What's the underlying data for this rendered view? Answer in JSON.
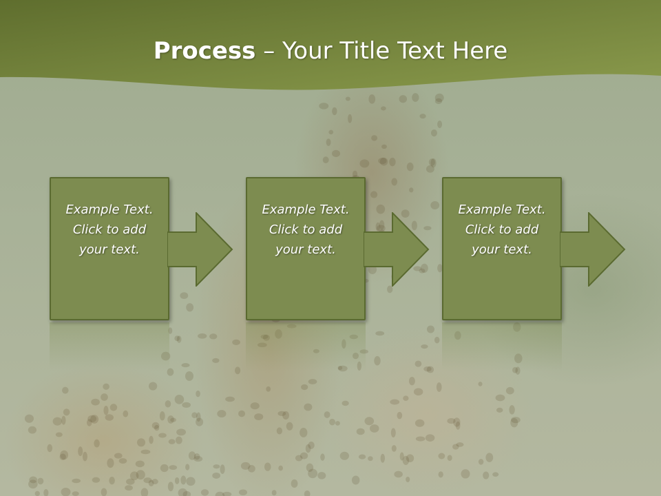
{
  "slide": {
    "title_bold": "Process",
    "title_rest": " – Your Title Text Here"
  },
  "steps": [
    {
      "line1": "Example Text.",
      "line2": "Click  to add",
      "line3": "your text."
    },
    {
      "line1": "Example Text.",
      "line2": "Click  to add",
      "line3": "your text."
    },
    {
      "line1": "Example Text.",
      "line2": "Click  to add",
      "line3": "your text."
    }
  ],
  "colors": {
    "header": "#6e7d3c",
    "box_fill": "#7d8c50",
    "box_border": "#5a6a30",
    "arrow_fill": "#7d8c50"
  },
  "icons": [
    "right-arrow-icon"
  ]
}
